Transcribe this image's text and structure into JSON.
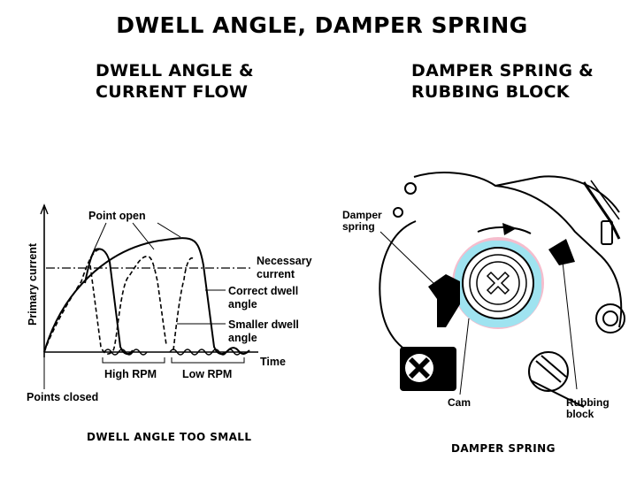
{
  "slide": {
    "title": "DWELL ANGLE, DAMPER SPRING"
  },
  "left_panel": {
    "title_line1": "DWELL ANGLE &",
    "title_line2": "CURRENT FLOW",
    "caption": "DWELL ANGLE TOO SMALL",
    "graph": {
      "y_axis_label": "Primary current",
      "x_axis_label": "Time",
      "point_open": "Point open",
      "necessary_current_line1": "Necessary",
      "necessary_current_line2": "current",
      "correct_dwell_line1": "Correct dwell",
      "correct_dwell_line2": "angle",
      "smaller_dwell_line1": "Smaller dwell",
      "smaller_dwell_line2": "angle",
      "high_rpm": "High RPM",
      "low_rpm": "Low RPM",
      "points_closed": "Points closed"
    }
  },
  "right_panel": {
    "title_line1": "DAMPER SPRING &",
    "title_line2": "RUBBING BLOCK",
    "caption": "DAMPER SPRING",
    "diagram": {
      "damper_spring_line1": "Damper",
      "damper_spring_line2": "spring",
      "cam": "Cam",
      "rubbing_block_line1": "Rubbing",
      "rubbing_block_line2": "block",
      "colors": {
        "cam_highlight": "#9fe3f0",
        "lobe_highlight": "#f4b6c8"
      }
    }
  }
}
